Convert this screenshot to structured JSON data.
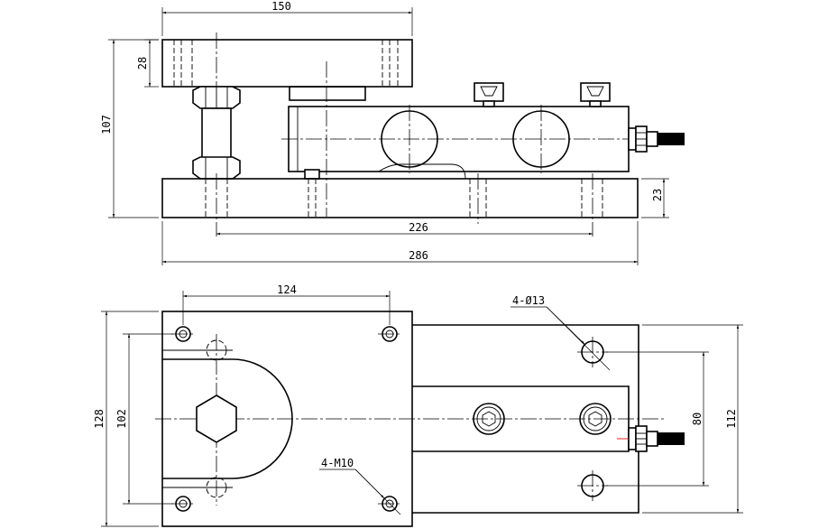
{
  "dimensions": {
    "side_width_top": "150",
    "side_thickness_top": "28",
    "side_height_total": "107",
    "side_base_thickness": "23",
    "side_hole_spacing": "226",
    "side_base_length": "286",
    "plan_hole_spacing": "124",
    "plan_width": "128",
    "plan_inner": "102",
    "plan_hole_span": "80",
    "plan_base_width": "112"
  },
  "callouts": {
    "holes_large": "4-Ø13",
    "holes_threaded": "4-M10"
  },
  "colors": {
    "line": "#000000",
    "accent": "#e02020"
  }
}
